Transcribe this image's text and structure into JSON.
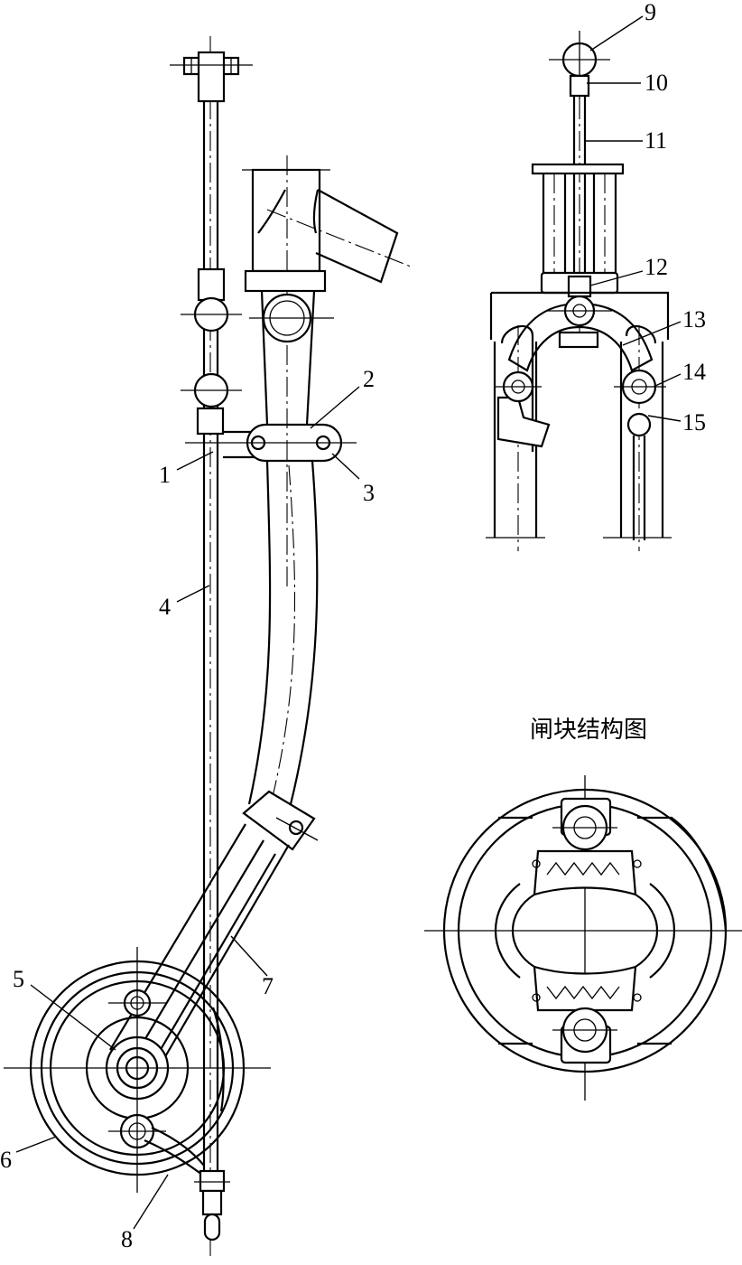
{
  "figure": {
    "caption": "闸块结构图"
  },
  "part_labels": [
    "1",
    "2",
    "3",
    "4",
    "5",
    "6",
    "7",
    "8",
    "9",
    "10",
    "11",
    "12",
    "13",
    "14",
    "15"
  ],
  "colors": {
    "ink": "#000000",
    "background": "#ffffff"
  }
}
